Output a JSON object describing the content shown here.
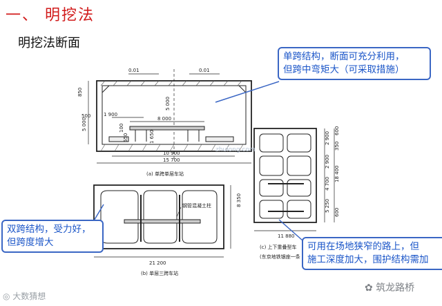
{
  "slide": {
    "title": "一、 明挖法",
    "subtitle": "明挖法断面"
  },
  "callouts": [
    {
      "line1": "单跨结构，断面可充分利用，",
      "line2": "但跨中弯矩大（可采取措施）"
    },
    {
      "line1": "双跨结构，受力好，",
      "line2": "但跨度增大"
    },
    {
      "line1": "可用在场地狭窄的路上，但",
      "line2": "施工深度加大，围护结构需加"
    }
  ],
  "figure_a": {
    "caption": "(a) 单跨单层车站",
    "dims": {
      "top_left": "0.01",
      "top_right": "0.01",
      "left_850": "850",
      "left_5000": "5 000",
      "dim_500": "500",
      "dim_1900": "1 900",
      "dim_8000": "8 000",
      "dim_100": "100",
      "dim_550": "550",
      "dim_1650": "1 650",
      "dim_5000_mid": "5 000",
      "dim_10900": "10 900",
      "dim_15700": "15 700"
    }
  },
  "figure_b": {
    "caption": "(b) 单层三跨车站",
    "column_label": "钢管混凝土柱",
    "dims": {
      "width": "21 200",
      "height": "8 350"
    }
  },
  "figure_c": {
    "caption_line1": "(c) 上下重叠型车",
    "caption_line2": "(东京地铁银座一条",
    "dims": {
      "width": "11 880",
      "d2900": "2 900",
      "d350": "350",
      "d2900b": "2 900",
      "d600": "600",
      "d4700": "4 700",
      "d18400": "18 400",
      "d5250": "5 250",
      "d600b": "600"
    }
  },
  "watermarks": {
    "center": "zhulong.com",
    "left": "大数猜想",
    "right": "筑龙路桥"
  }
}
